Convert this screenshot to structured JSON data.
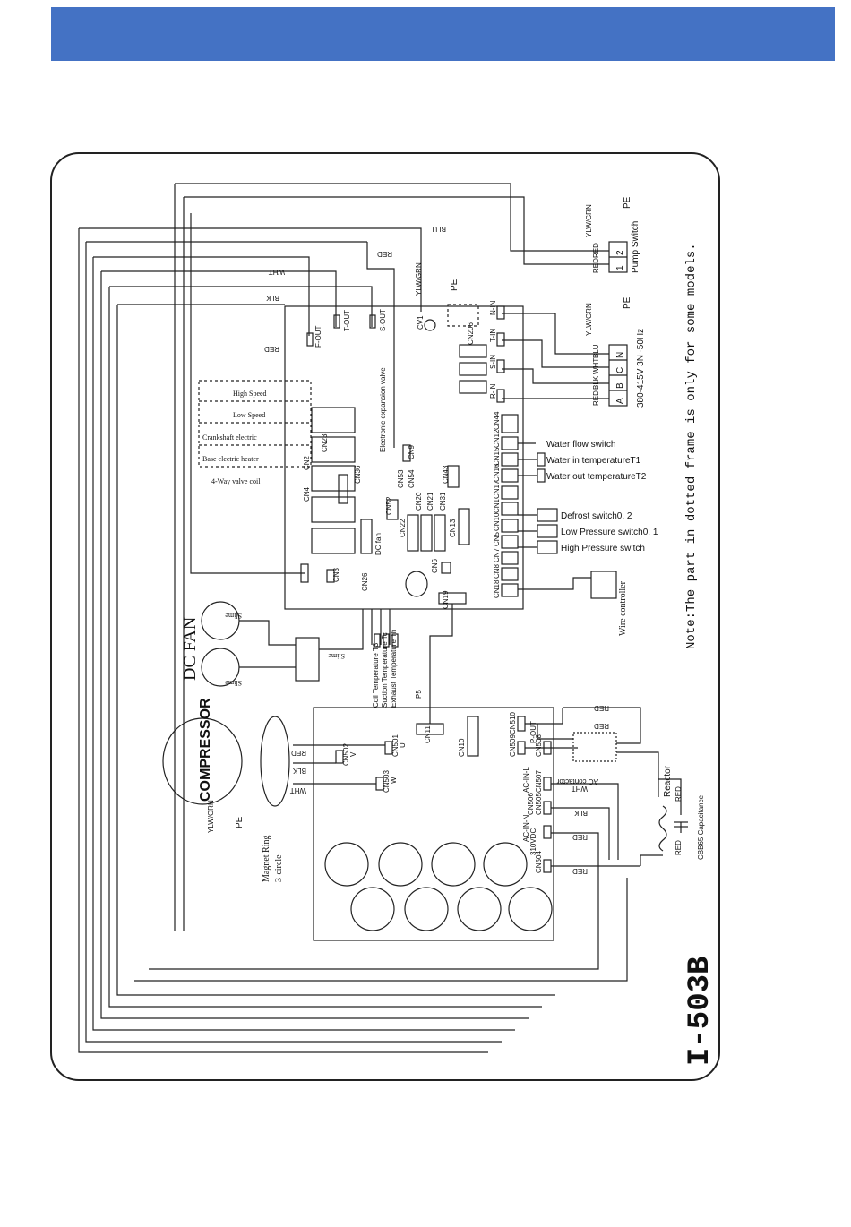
{
  "header": {
    "color": "#4472c4"
  },
  "diagram": {
    "model": "I-503B",
    "note": "Note:The part in dotted frame is only for some models.",
    "power_label": "380-415V 3N~50Hz",
    "pump_switch": "Pump Switch",
    "pe": "PE",
    "ylwgrn": "YLW/GRN",
    "terminals": {
      "a": "A",
      "b": "B",
      "c": "C",
      "n": "N",
      "one": "1",
      "two": "2"
    },
    "wire_colors": {
      "red": "RED",
      "blu": "BLU",
      "wht": "WHT",
      "blk": "BLK"
    },
    "main_board": {
      "inputs": [
        "R-IN",
        "S-IN",
        "T-IN",
        "N-IN"
      ],
      "ports_right": [
        "CN44",
        "CN12",
        "CN15",
        "CN16",
        "CN17",
        "CN1",
        "CN10",
        "CN5",
        "CN7",
        "CN8",
        "CN18"
      ],
      "outputs": [
        "F-OUT",
        "S-OUT",
        "T-OUT"
      ],
      "cn206": "CN206",
      "cv1": "CV1",
      "cn3": "CN3",
      "cn23": "CN23",
      "cn26": "CN26",
      "cn36": "CN36",
      "cn43": "CN43",
      "cn19": "CN19",
      "cn6": "CN6",
      "cn9": "CN9",
      "cn22": "CN22",
      "cn_misc": [
        "CN20",
        "CN21",
        "CN31",
        "CN13",
        "CN4",
        "CN2"
      ],
      "cn_small": [
        "CN52",
        "CN53",
        "CN54"
      ],
      "dc_fan_port": "DC fan",
      "high_speed": "High Speed",
      "low_speed": "Low Speed",
      "crankshaft_heater": "Crankshaft electric",
      "base_heater": "Base electric heater",
      "four_way": "4-Way valve coil",
      "exp_valve": "Electronic expansion valve",
      "temp_sensors": [
        "Coil Temperature T3",
        "Suction Temperature Tc",
        "Exhaust Temperature Th"
      ]
    },
    "right_labels": {
      "water_flow": "Water flow switch",
      "water_in": "Water in temperatureT1",
      "water_out": "Water out temperatureT2",
      "defrost": "Defrost switch0. 2",
      "low_pressure": "Low Pressure switch0. 1",
      "high_pressure": "High Pressure switch",
      "wire_controller": "Wire controller"
    },
    "fan": {
      "title": "DC FAN",
      "slime": "Slime"
    },
    "compressor": {
      "title": "COMPRESSOR",
      "magnet_ring": "Magnet Ring",
      "circle": "3-circle"
    },
    "drive_board": {
      "cn501": "CN501",
      "u": "U",
      "cn502": "CN502",
      "v": "V",
      "cn503": "CN503",
      "w": "W",
      "cn11": "CN11",
      "cn10": "CN10",
      "p5": "P5",
      "cn510": "CN510",
      "cn509": "CN509",
      "pout": "P-OUT",
      "cn508": "CN508",
      "cn507": "CN507",
      "cn506": "CN506",
      "cn505": "CN505",
      "cn504": "CN504",
      "ac_in_l": "AC-IN-L",
      "ac_in_n": "AC-IN-N",
      "v310": "310VDC"
    },
    "contactor": "AC contactor",
    "reactor": "Reactor",
    "capacitor": "CBB65 Capacitance"
  }
}
